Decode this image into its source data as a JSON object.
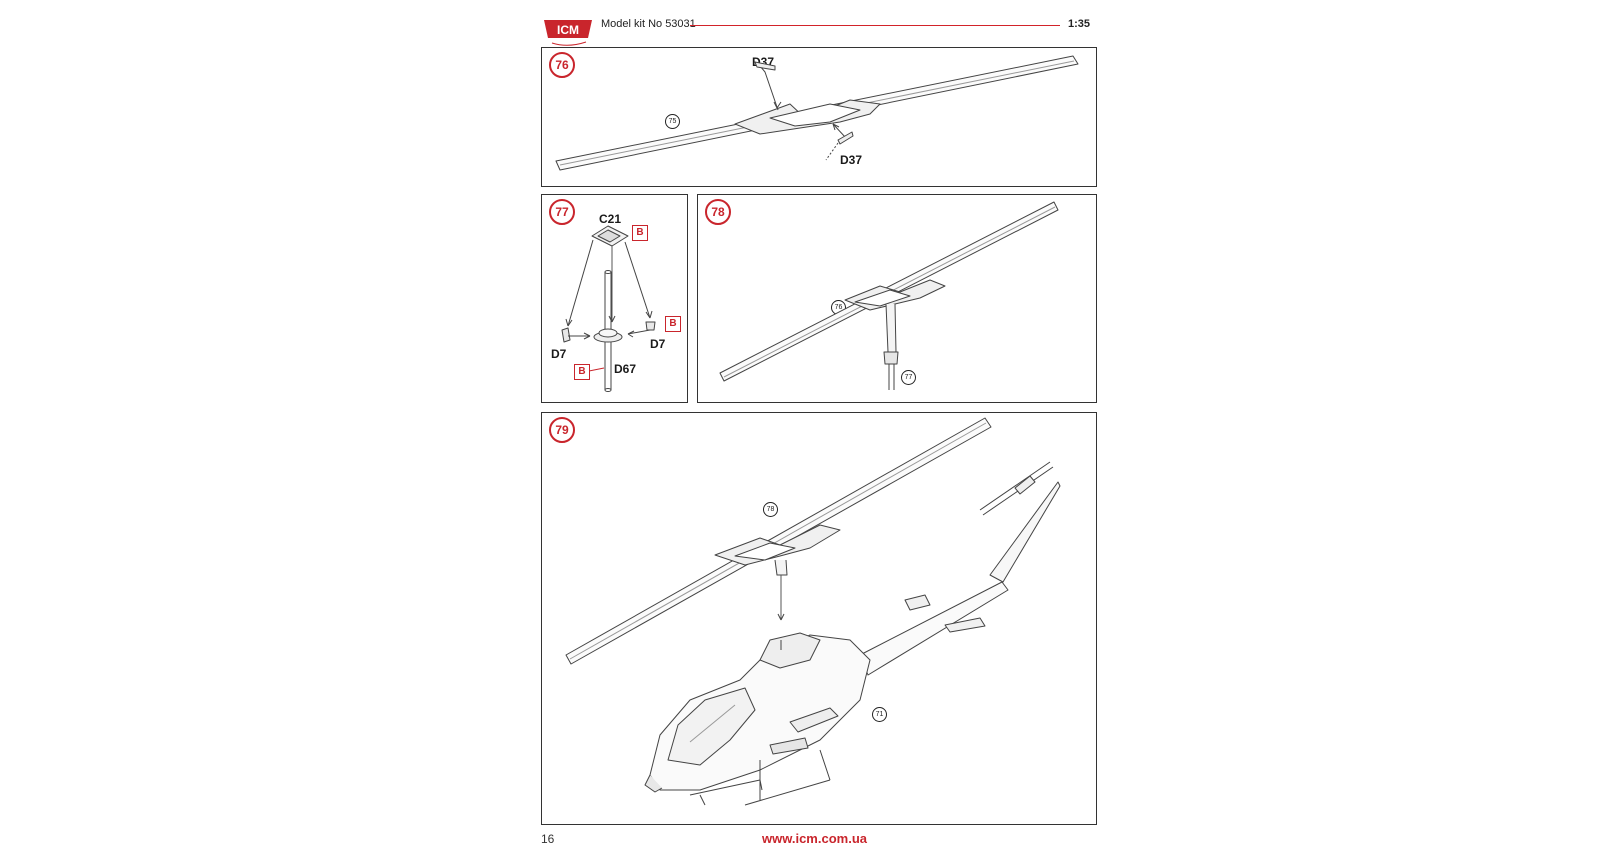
{
  "header": {
    "logo_text": "ICM",
    "kit_label": "Model kit No 53031",
    "scale": "1:35"
  },
  "steps": {
    "s76": {
      "number": "76",
      "parts": {
        "d37_top": "D37",
        "d37_bottom": "D37"
      },
      "ref": "75"
    },
    "s77": {
      "number": "77",
      "parts": {
        "c21": "C21",
        "d7_left": "D7",
        "d7_right": "D7",
        "d67": "D67"
      },
      "paint": {
        "top": "B",
        "right": "B",
        "bottom": "B"
      }
    },
    "s78": {
      "number": "78",
      "refs": {
        "rotor": "76",
        "mast": "77"
      }
    },
    "s79": {
      "number": "79",
      "refs": {
        "rotor": "78",
        "fuselage": "71"
      }
    }
  },
  "footer": {
    "page_number": "16",
    "url": "www.icm.com.ua"
  },
  "colors": {
    "accent": "#c9252c",
    "line": "#333333"
  }
}
